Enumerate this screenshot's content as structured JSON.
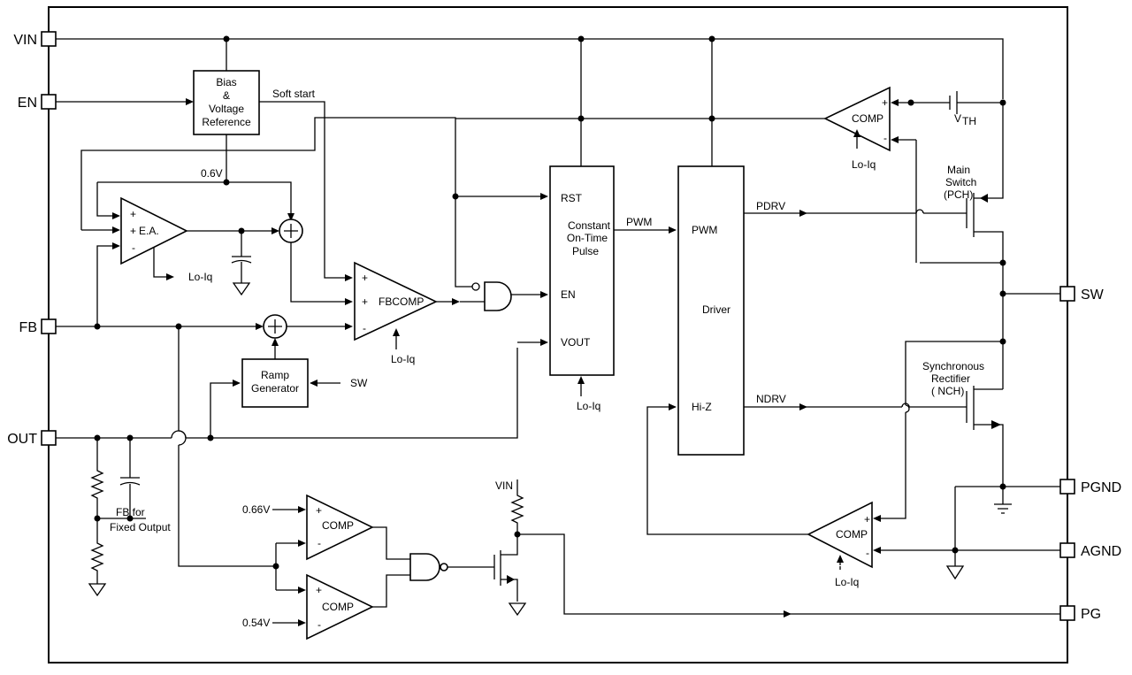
{
  "pins": {
    "vin": "VIN",
    "en": "EN",
    "fb": "FB",
    "out": "OUT",
    "sw": "SW",
    "pgnd": "PGND",
    "agnd": "AGND",
    "pg": "PG"
  },
  "blocks": {
    "bias_1": "Bias",
    "bias_2": "&",
    "bias_3": "Voltage",
    "bias_4": "Reference",
    "ea": "E.A.",
    "fbcomp": "FBCOMP",
    "cot_1": "Constant",
    "cot_2": "On-Time",
    "cot_3": "Pulse",
    "cot_rst": "RST",
    "cot_en": "EN",
    "cot_vout": "VOUT",
    "driver": "Driver",
    "driver_pwm": "PWM",
    "driver_hiz": "Hi-Z",
    "ramp_1": "Ramp",
    "ramp_2": "Generator",
    "comp": "COMP"
  },
  "labels": {
    "soft_start": "Soft start",
    "v06": "0.6V",
    "lo_iq": "Lo-Iq",
    "pwm": "PWM",
    "pdrv": "PDRV",
    "ndrv": "NDRV",
    "sw": "SW",
    "vth": "V",
    "vth_sub": "TH",
    "main_1": "Main",
    "main_2": "Switch",
    "main_3": "(PCH)",
    "sync_1": "Synchronous",
    "sync_2": "Rectifier",
    "sync_3": "( NCH)",
    "fb_fixed_1": "FB for",
    "fb_fixed_2": "Fixed Output",
    "v066": "0.66V",
    "v054": "0.54V",
    "vin": "VIN",
    "plus": "+",
    "minus": "-"
  }
}
